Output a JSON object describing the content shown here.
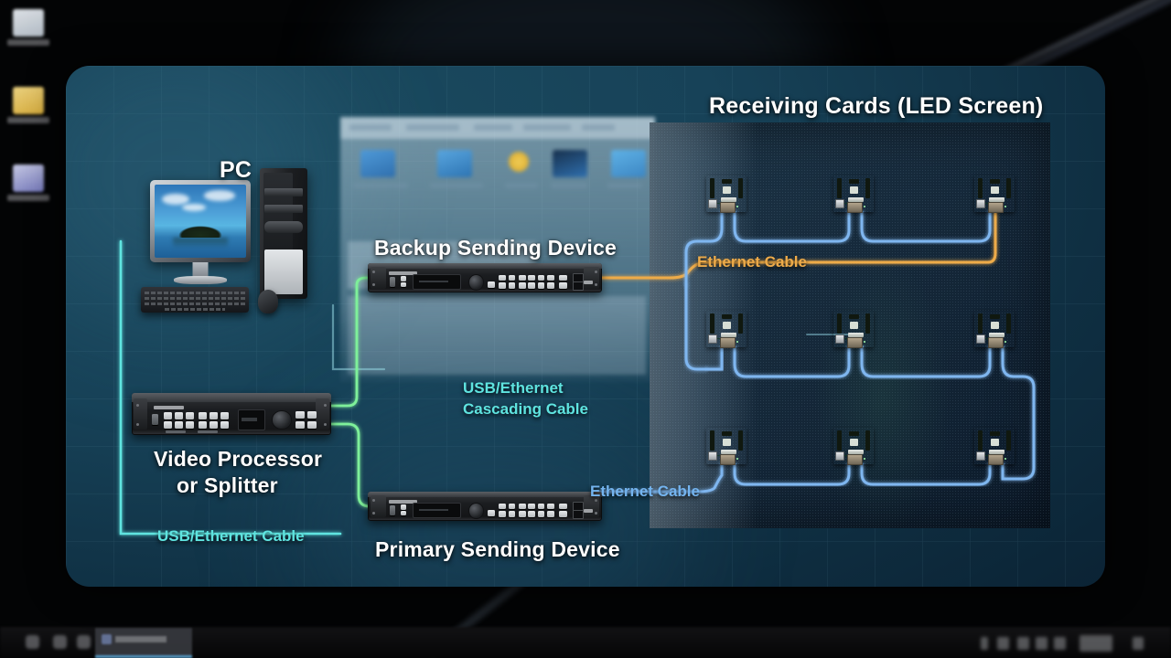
{
  "desktop": {
    "icons": [
      {
        "name": "desktop-icon-1",
        "color": "#dfe4ea"
      },
      {
        "name": "desktop-icon-2",
        "color": "#f2d272"
      },
      {
        "name": "desktop-icon-3",
        "color": "#9aa0e0"
      }
    ],
    "taskbar": {
      "task_label": "",
      "accent": "#66b7ea"
    }
  },
  "slide": {
    "title": "Receiving Cards (LED Screen)",
    "pc_label": "PC",
    "backup_device_label": "Backup Sending Device",
    "primary_device_label": "Primary Sending Device",
    "video_processor_label_line1": "Video Processor",
    "video_processor_label_line2": "or Splitter",
    "usb_ethernet_cable_label": "USB/Ethernet Cable",
    "cascading_cable_label_line1": "USB/Ethernet",
    "cascading_cable_label_line2": "Cascading Cable",
    "ethernet_cable_label_top": "Ethernet Cable",
    "ethernet_cable_label_bottom": "Ethernet Cable"
  },
  "colors": {
    "panel_bg": "#174258",
    "cyan_cable": "#5fe4e0",
    "green_cable": "#7ef09a",
    "orange_cable": "#edab4a",
    "blue_cable": "#7fb6ef",
    "title_text": "#ffffff"
  },
  "diagram_data": {
    "type": "network-topology",
    "nodes": [
      {
        "id": "pc",
        "label": "PC",
        "kind": "computer"
      },
      {
        "id": "video-processor",
        "label": "Video Processor or Splitter",
        "kind": "rack-device"
      },
      {
        "id": "backup-sender",
        "label": "Backup Sending Device",
        "kind": "rack-device"
      },
      {
        "id": "primary-sender",
        "label": "Primary Sending Device",
        "kind": "rack-device"
      },
      {
        "id": "receiving-cards",
        "label": "Receiving Cards (LED Screen)",
        "kind": "led-wall",
        "rows": 3,
        "columns": 3,
        "count": 9
      }
    ],
    "links": [
      {
        "from": "pc",
        "to": "video-processor",
        "label": "USB/Ethernet Cable",
        "color": "#5fe4e0"
      },
      {
        "from": "video-processor",
        "to": "backup-sender",
        "label": "",
        "color": "#7ef09a"
      },
      {
        "from": "video-processor",
        "to": "primary-sender",
        "label": "",
        "color": "#7ef09a"
      },
      {
        "from": "backup-sender",
        "to": "primary-sender",
        "label": "USB/Ethernet Cascading Cable",
        "color": "#5fe4e0"
      },
      {
        "from": "backup-sender",
        "to": "receiving-cards",
        "label": "Ethernet Cable",
        "color": "#edab4a"
      },
      {
        "from": "primary-sender",
        "to": "receiving-cards",
        "label": "Ethernet Cable",
        "color": "#7fb6ef"
      }
    ]
  }
}
